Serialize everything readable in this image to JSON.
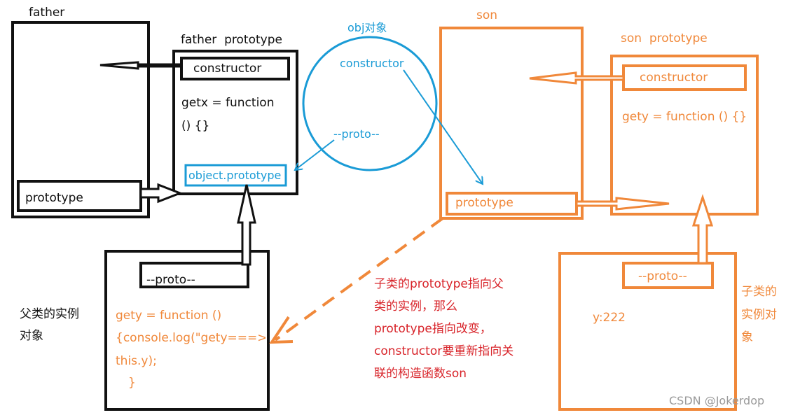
{
  "colors": {
    "black": "#111111",
    "orange": "#f0883a",
    "blue": "#1a9bd6",
    "red": "#d8242a",
    "watermark": "#9a9a9a"
  },
  "father": {
    "title": "father",
    "prototype_label": "prototype"
  },
  "father_prototype": {
    "title": "father  prototype",
    "constructor_label": "constructor",
    "method_line1": "getx = function",
    "method_line2": "() {}",
    "object_prototype_label": "object.prototype"
  },
  "obj": {
    "title": "obj对象",
    "constructor_label": "constructor",
    "proto_label": "--proto--"
  },
  "father_instance": {
    "proto_label": "--proto--",
    "code_line1": "gety = function ()",
    "code_line2": "{console.log(\"gety===>\",",
    "code_line3": "this.y);",
    "code_line4": "}",
    "side_label_line1": "父类的实例",
    "side_label_line2": "对象"
  },
  "son": {
    "title": "son",
    "prototype_label": "prototype"
  },
  "son_prototype": {
    "title": "son  prototype",
    "constructor_label": "constructor",
    "method": "gety = function () {}"
  },
  "son_instance": {
    "proto_label": "--proto--",
    "value": "y:222",
    "side_label_line1": "子类的",
    "side_label_line2": "实例对",
    "side_label_line3": "象"
  },
  "annotation": {
    "line1": "子类的prototype指向父",
    "line2": "类的实例，那么",
    "line3": "prototype指向改变，",
    "line4": "constructor要重新指向关",
    "line5": "联的构造函数son"
  },
  "watermark": "CSDN @Jokerdop"
}
